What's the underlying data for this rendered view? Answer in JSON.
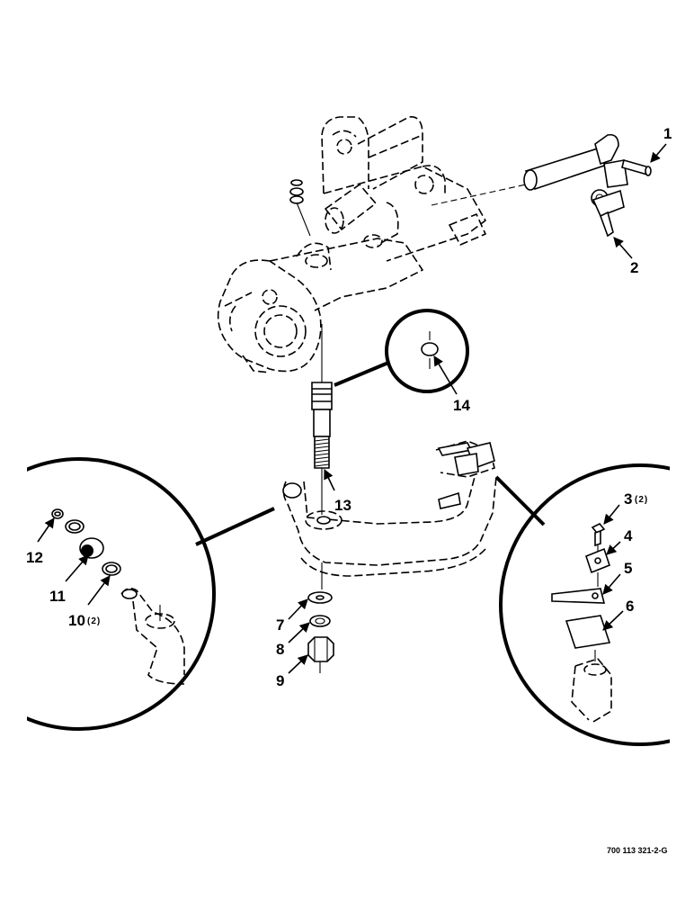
{
  "callouts": [
    {
      "id": "1",
      "label": "1",
      "qty": ""
    },
    {
      "id": "2",
      "label": "2",
      "qty": ""
    },
    {
      "id": "3",
      "label": "3",
      "qty": "(2)"
    },
    {
      "id": "4",
      "label": "4",
      "qty": ""
    },
    {
      "id": "5",
      "label": "5",
      "qty": ""
    },
    {
      "id": "6",
      "label": "6",
      "qty": ""
    },
    {
      "id": "7",
      "label": "7",
      "qty": ""
    },
    {
      "id": "8",
      "label": "8",
      "qty": ""
    },
    {
      "id": "9",
      "label": "9",
      "qty": ""
    },
    {
      "id": "10",
      "label": "10",
      "qty": "(2)"
    },
    {
      "id": "11",
      "label": "11",
      "qty": ""
    },
    {
      "id": "12",
      "label": "12",
      "qty": ""
    },
    {
      "id": "13",
      "label": "13",
      "qty": ""
    },
    {
      "id": "14",
      "label": "14",
      "qty": ""
    }
  ],
  "document_id": "700 113 321-2-G"
}
